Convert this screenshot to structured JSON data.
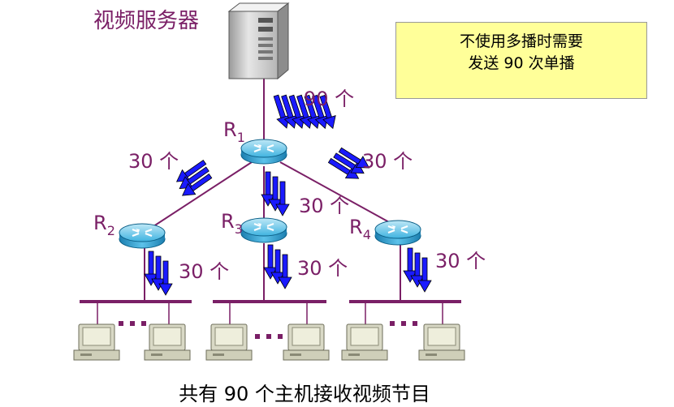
{
  "server": {
    "label": "视频服务器"
  },
  "note": {
    "line1": "不使用多播时需要",
    "line2": "发送 90 次单播"
  },
  "routers": [
    {
      "name": "R",
      "sub": "1"
    },
    {
      "name": "R",
      "sub": "2"
    },
    {
      "name": "R",
      "sub": "3"
    },
    {
      "name": "R",
      "sub": "4"
    }
  ],
  "flows": {
    "server_to_r1": "90 个",
    "r1_to_r2": "30 个",
    "r1_to_r3": "30 个",
    "r1_to_r4": "30 个",
    "r2_to_lan": "30 个",
    "r3_to_lan": "30 个",
    "r4_to_lan": "30 个"
  },
  "caption": "共有 90 个主机接收视频节目",
  "colors": {
    "label": "#7a1f66",
    "arrow": "#1a1aff",
    "line": "#7a1f66",
    "note_bg": "#ffff99",
    "router": "#2aa9d8"
  }
}
